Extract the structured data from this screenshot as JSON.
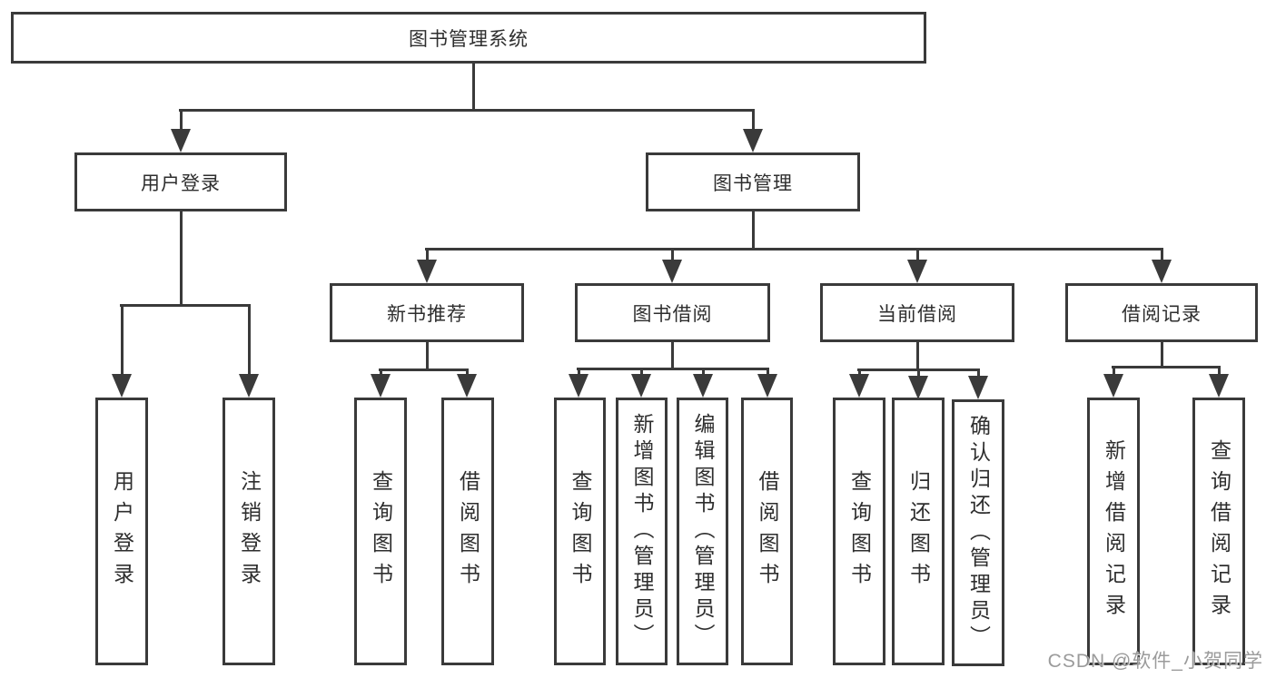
{
  "colors": {
    "line": "#3a3a3a",
    "text": "#2e2e2e",
    "background": "#ffffff",
    "watermark_text": "#969696"
  },
  "watermark": "CSDN @软件_小贺同学",
  "tree": {
    "label": "图书管理系统",
    "children": [
      {
        "label": "用户登录",
        "children": [
          {
            "label": "用户登录"
          },
          {
            "label": "注销登录"
          }
        ]
      },
      {
        "label": "图书管理",
        "children": [
          {
            "label": "新书推荐",
            "children": [
              {
                "label": "查询图书"
              },
              {
                "label": "借阅图书"
              }
            ]
          },
          {
            "label": "图书借阅",
            "children": [
              {
                "label": "查询图书"
              },
              {
                "label": "新增图书（管理员）"
              },
              {
                "label": "编辑图书（管理员）"
              },
              {
                "label": "借阅图书"
              }
            ]
          },
          {
            "label": "当前借阅",
            "children": [
              {
                "label": "查询图书"
              },
              {
                "label": "归还图书"
              },
              {
                "label": "确认归还（管理员）"
              }
            ]
          },
          {
            "label": "借阅记录",
            "children": [
              {
                "label": "新增借阅记录"
              },
              {
                "label": "查询借阅记录"
              }
            ]
          }
        ]
      }
    ]
  }
}
